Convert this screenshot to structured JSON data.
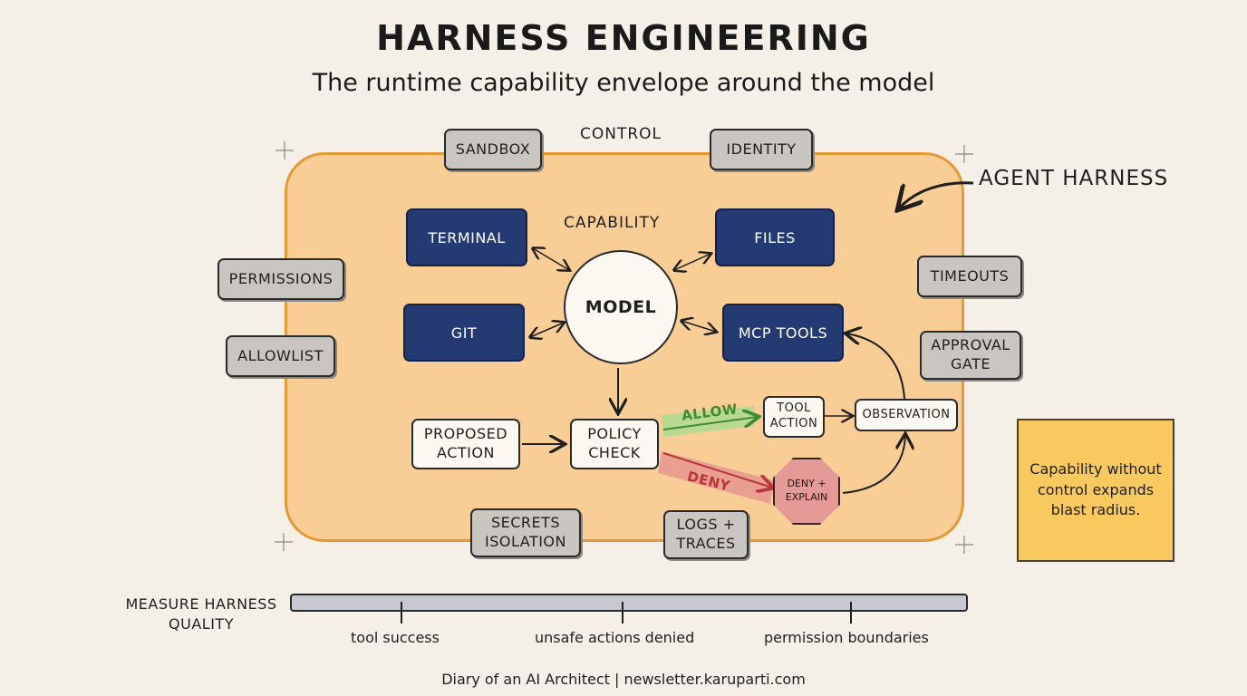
{
  "title": "HARNESS ENGINEERING",
  "subtitle": "The runtime capability envelope around the model",
  "labels": {
    "control": "CONTROL",
    "capability": "CAPABILITY",
    "agent_harness": "AGENT HARNESS"
  },
  "control_boxes": {
    "sandbox": "SANDBOX",
    "identity": "IDENTITY",
    "permissions": "PERMISSIONS",
    "allowlist": "ALLOWLIST",
    "timeouts": "TIMEOUTS",
    "approval_gate": "APPROVAL GATE",
    "secrets_isolation": "SECRETS ISOLATION",
    "logs_traces": "LOGS + TRACES"
  },
  "capability_boxes": {
    "terminal": "TERMINAL",
    "files": "FILES",
    "git": "GIT",
    "mcp_tools": "MCP TOOLS"
  },
  "model": "MODEL",
  "flow": {
    "proposed_action": "PROPOSED ACTION",
    "policy_check": "POLICY CHECK",
    "allow": "ALLOW",
    "deny": "DENY",
    "tool_action": "TOOL ACTION",
    "observation": "OBSERVATION",
    "deny_explain": "DENY + EXPLAIN"
  },
  "note": "Capability without control expands blast radius.",
  "measure": {
    "label": "MEASURE HARNESS QUALITY",
    "metrics": [
      "tool success",
      "unsafe actions denied",
      "permission boundaries"
    ]
  },
  "footer": "Diary of an AI Architect | newsletter.karuparti.com",
  "colors": {
    "envelope_fill": "#f9cd96",
    "envelope_border": "#e39a34",
    "capability_blue": "#243a73",
    "control_gray": "#c9c6c1",
    "allow_green": "#3f8a34",
    "deny_red": "#b8353a",
    "note_yellow": "#f8c95f"
  }
}
